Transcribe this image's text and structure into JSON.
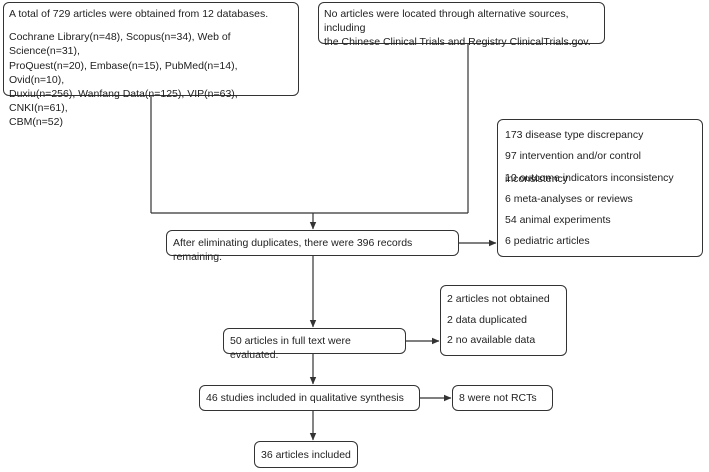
{
  "databases_box": {
    "total": "A total of 729 articles were obtained from 12 databases.",
    "lines": [
      "Cochrane Library(n=48), Scopus(n=34), Web of Science(n=31),",
      "ProQuest(n=20), Embase(n=15), PubMed(n=14), Ovid(n=10),",
      "Duxiu(n=256), Wanfang Data(n=125), VIP(n=63), CNKI(n=61),",
      "CBM(n=52)"
    ]
  },
  "other_sources_box": {
    "lines": [
      "No articles were located through alternative sources, including",
      "the Chinese Clinical Trials and Registry ClinicalTrials.gov."
    ]
  },
  "duplicates_box": {
    "text": "After eliminating duplicates, there were 396 records remaining."
  },
  "exclusion_screening_box": {
    "items": [
      "173 disease type discrepancy",
      "97 intervention and/or control inconsistency",
      "10 outcome indicators inconsistency",
      "6 meta-analyses or reviews",
      "54 animal experiments",
      "6 pediatric articles"
    ]
  },
  "full_text_box": {
    "text": "50 articles in full text were evaluated."
  },
  "exclusion_full_text_box": {
    "items": [
      "2 articles not obtained",
      "2 data duplicated",
      "2 no available data"
    ]
  },
  "qualitative_box": {
    "text": "46 studies included in qualitative synthesis"
  },
  "not_rct_box": {
    "text": "8 were not RCTs"
  },
  "included_box": {
    "text": "36 articles included"
  },
  "colors": {
    "line": "#333333",
    "text": "#222222",
    "background": "#ffffff"
  }
}
